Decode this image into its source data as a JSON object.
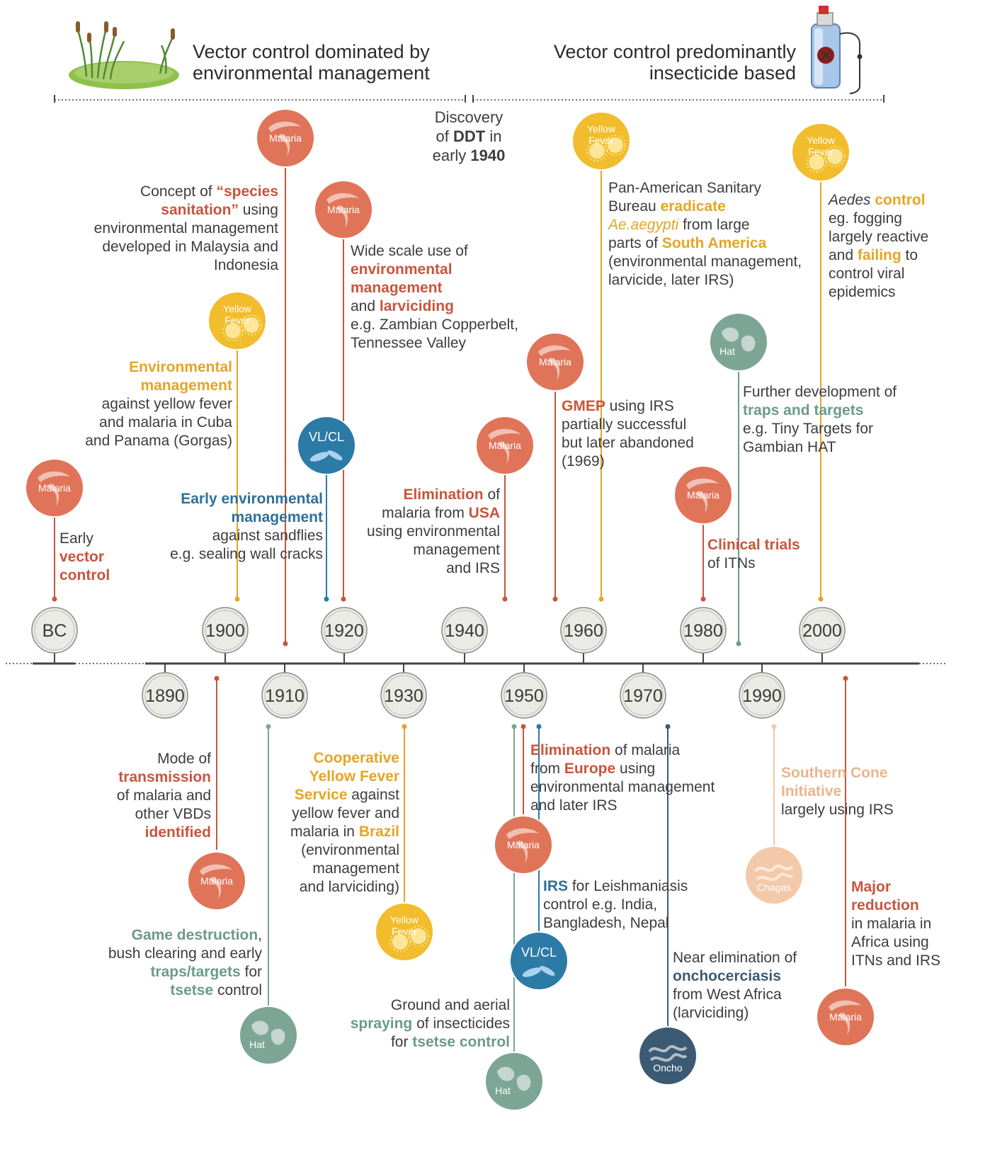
{
  "header": {
    "left": "Vector control dominated by environmental management",
    "left_l1": "Vector control dominated by",
    "left_l2": "environmental management",
    "right_l1": "Vector control predominantly",
    "right_l2": "insecticide based"
  },
  "ddt": {
    "l1": "Discovery",
    "l2a": "of ",
    "l2b": "DDT",
    "l2c": " in",
    "l3a": "early ",
    "l3b": "1940"
  },
  "years_top": [
    "BC",
    "1900",
    "1920",
    "1940",
    "1960",
    "1980",
    "2000"
  ],
  "years_bottom": [
    "1890",
    "1910",
    "1930",
    "1950",
    "1970",
    "1990"
  ],
  "badges": {
    "malaria": "Malaria",
    "yellow_fever_1": "Yellow",
    "yellow_fever_2": "Fever",
    "hat": "Hat",
    "vlcl": "VL/CL",
    "chagas": "Chagas",
    "oncho": "Oncho"
  },
  "events": {
    "bc": {
      "a": "Early",
      "b": "vector",
      "c": "control"
    },
    "species": {
      "a": "Concept of ",
      "b": "“species",
      "c": "sanitation”",
      "d": " using",
      "e": "environmental management",
      "f": "developed in Malaysia and",
      "g": "Indonesia"
    },
    "gorgas": {
      "a": "Environmental",
      "b": "management",
      "c": "against yellow fever",
      "d": "and malaria in Cuba",
      "e": "and Panama (Gorgas)"
    },
    "sandflies": {
      "a": "Early environmental",
      "b": "management",
      "c": "against sandflies",
      "d": "e.g. sealing wall cracks"
    },
    "widescale": {
      "a": "Wide scale use of",
      "b": "environmental",
      "c": "management",
      "d": "and ",
      "e": "larviciding",
      "f": "e.g. Zambian Copperbelt,",
      "g": "Tennessee Valley"
    },
    "usa": {
      "a": "Elimination",
      "b": " of",
      "c": "malaria from ",
      "d": "USA",
      "e": "using environmental",
      "f": "management",
      "g": "and IRS"
    },
    "paho": {
      "a": "Pan-American Sanitary",
      "b": "Bureau ",
      "c": "eradicate",
      "d": "Ae.aegypti",
      "e": " from large",
      "f": "parts of ",
      "g": "South America",
      "h": "(environmental management,",
      "i": "larvicide, later IRS)"
    },
    "gmep": {
      "a": "GMEP",
      "b": " using IRS",
      "c": "partially successful",
      "d": "but later abandoned",
      "e": "(1969)"
    },
    "aedes": {
      "a": "Aedes",
      "b": " control",
      "c": "eg. fogging",
      "d": "largely reactive",
      "e": "and ",
      "f": "failing",
      "g": " to",
      "h": "control viral",
      "i": "epidemics"
    },
    "traps": {
      "a": "Further development of",
      "b": "traps and targets",
      "c": "e.g. Tiny Targets for",
      "d": "Gambian HAT"
    },
    "itn": {
      "a": "Clinical trials",
      "b": "of ITNs"
    },
    "transmission": {
      "a": "Mode of",
      "b": "transmission",
      "c": "of malaria and",
      "d": "other VBDs",
      "e": "identified"
    },
    "game": {
      "a": "Game destruction",
      "b": ",",
      "c": "bush clearing and early",
      "d": "traps/targets",
      "e": " for",
      "f": "tsetse",
      "g": " control"
    },
    "coop": {
      "a": "Cooperative",
      "b": "Yellow Fever",
      "c": "Service",
      "d": " against",
      "e": "yellow fever and",
      "f": "malaria in ",
      "g": "Brazil",
      "h": "(environmental",
      "i": "management",
      "j": "and larviciding)"
    },
    "europe": {
      "a": "Elimination",
      "b": " of malaria",
      "c": "from ",
      "d": "Europe",
      "e": " using",
      "f": "environmental management",
      "g": "and later IRS"
    },
    "leish": {
      "a": "IRS",
      "b": " for Leishmaniasis",
      "c": "control e.g. India,",
      "d": "Bangladesh, Nepal"
    },
    "tsetse": {
      "a": "Ground and aerial",
      "b": "spraying",
      "c": " of insecticides",
      "d": "for ",
      "e": "tsetse control"
    },
    "oncho": {
      "a": "Near elimination of",
      "b": "onchocerciasis",
      "c": "from West Africa",
      "d": "(larviciding)"
    },
    "southern": {
      "a": "Southern Cone",
      "b": "Initiative",
      "c": "largely using IRS"
    },
    "africa": {
      "a": "Major",
      "b": "reduction",
      "c": "in malaria in",
      "d": "Africa using",
      "e": "ITNs and IRS"
    }
  },
  "colors": {
    "malaria": "#e07459",
    "yellow_fever": "#f2bd2c",
    "hat": "#7da596",
    "vlcl": "#2c7aa6",
    "chagas": "#f3c9a9",
    "oncho": "#3c5a73"
  }
}
